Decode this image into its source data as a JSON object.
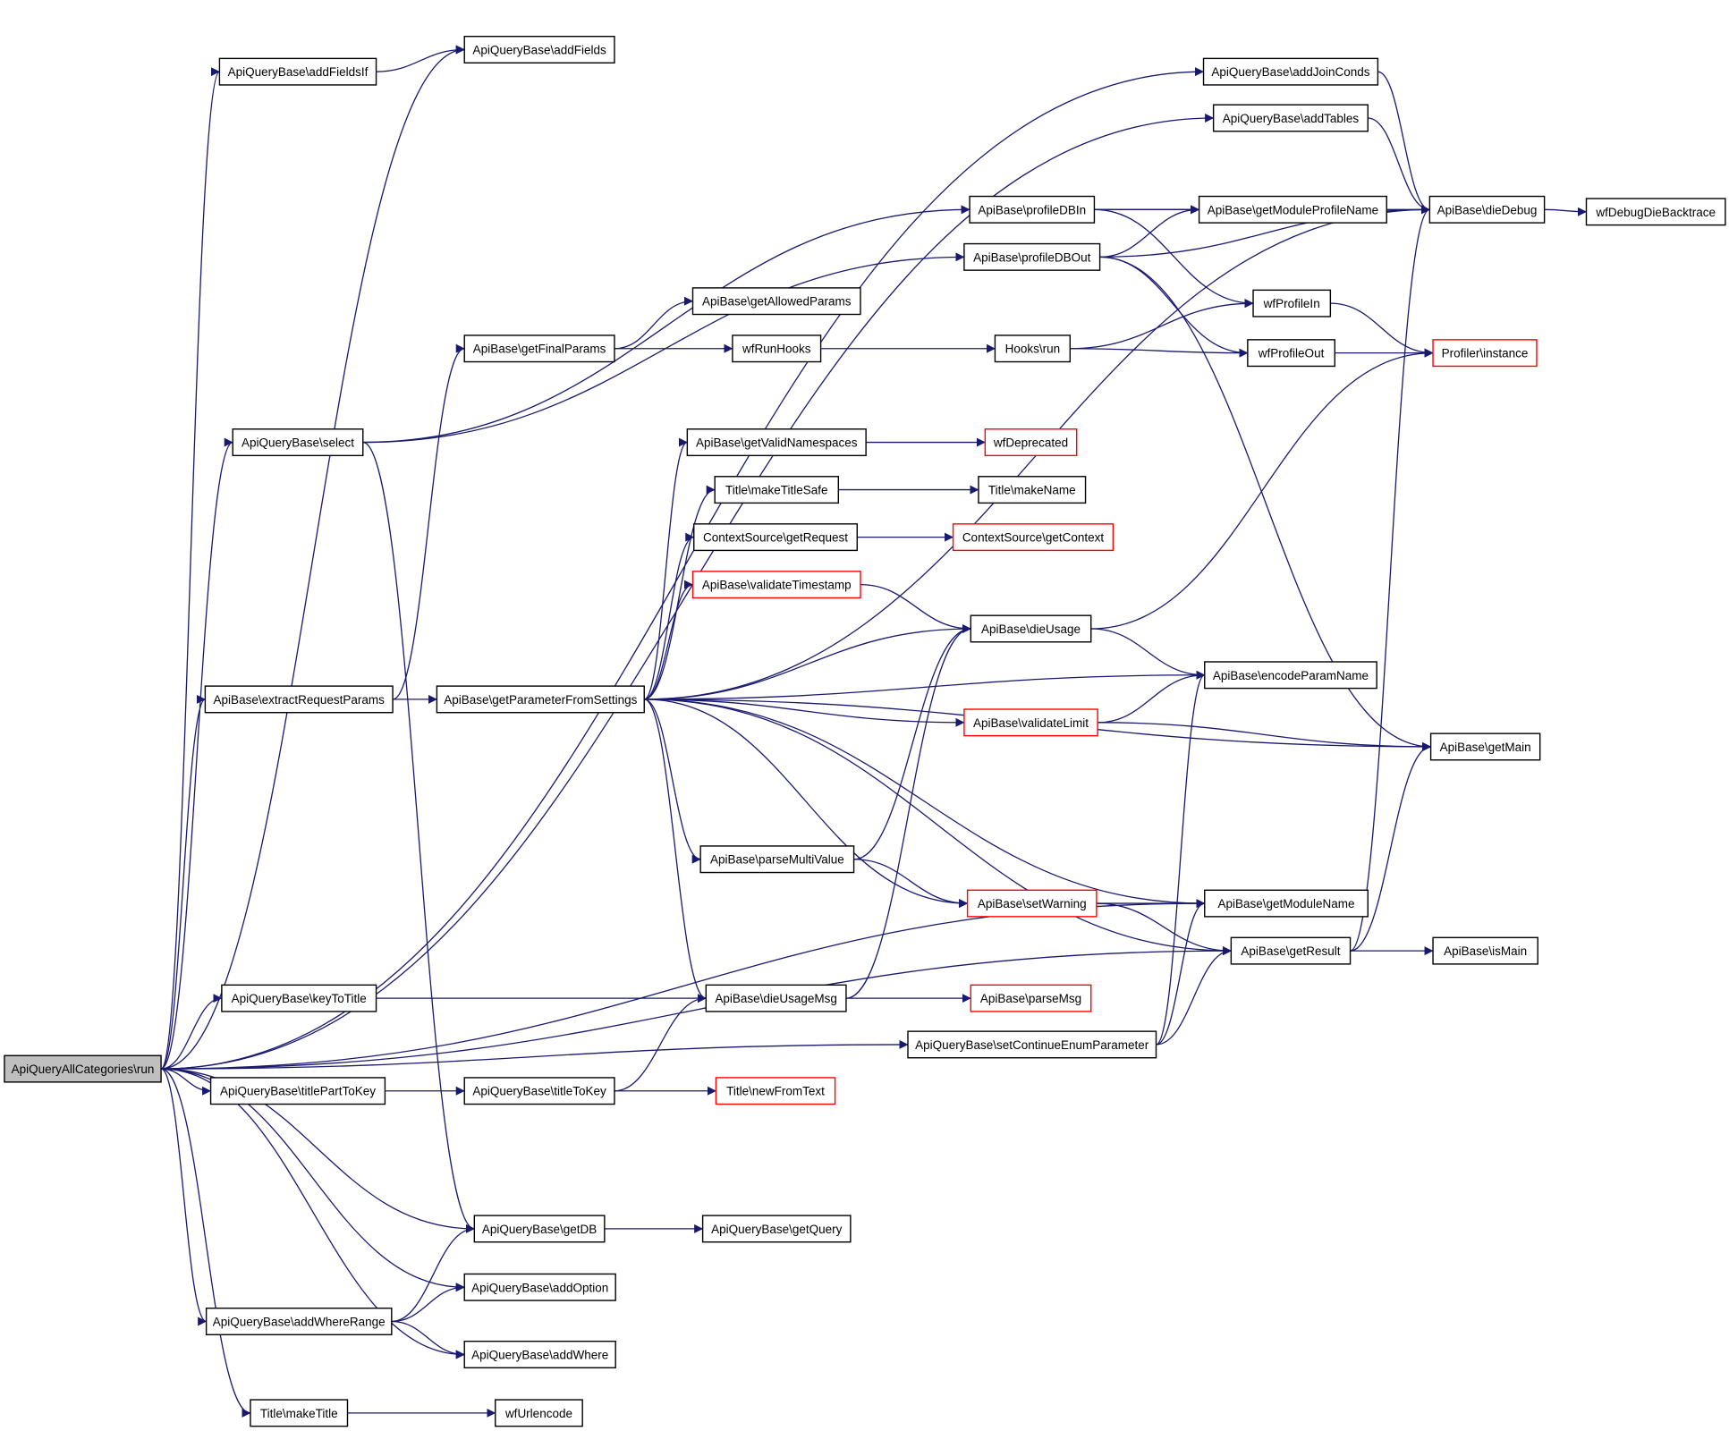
{
  "colors": {
    "edge": "#191970",
    "node_border": "#000000",
    "truncated_border": "#ff0000",
    "root_fill": "#bfbfbf",
    "node_fill": "#ffffff"
  },
  "nodes": [
    {
      "id": "root",
      "label": "ApiQueryAllCategories\\run",
      "kind": "root"
    },
    {
      "id": "addFieldsIf",
      "label": "ApiQueryBase\\addFieldsIf",
      "kind": "normal"
    },
    {
      "id": "addFields",
      "label": "ApiQueryBase\\addFields",
      "kind": "normal"
    },
    {
      "id": "addJoinConds",
      "label": "ApiQueryBase\\addJoinConds",
      "kind": "normal"
    },
    {
      "id": "addTables",
      "label": "ApiQueryBase\\addTables",
      "kind": "normal"
    },
    {
      "id": "profileDBIn",
      "label": "ApiBase\\profileDBIn",
      "kind": "normal"
    },
    {
      "id": "getModuleProfileName",
      "label": "ApiBase\\getModuleProfileName",
      "kind": "normal"
    },
    {
      "id": "dieDebug",
      "label": "ApiBase\\dieDebug",
      "kind": "normal"
    },
    {
      "id": "wfDebugDieBacktrace",
      "label": "wfDebugDieBacktrace",
      "kind": "normal"
    },
    {
      "id": "profileDBOut",
      "label": "ApiBase\\profileDBOut",
      "kind": "normal"
    },
    {
      "id": "getAllowedParams",
      "label": "ApiBase\\getAllowedParams",
      "kind": "normal"
    },
    {
      "id": "wfProfileIn",
      "label": "wfProfileIn",
      "kind": "normal"
    },
    {
      "id": "getFinalParams",
      "label": "ApiBase\\getFinalParams",
      "kind": "normal"
    },
    {
      "id": "wfRunHooks",
      "label": "wfRunHooks",
      "kind": "normal"
    },
    {
      "id": "hooksRun",
      "label": "Hooks\\run",
      "kind": "normal"
    },
    {
      "id": "wfProfileOut",
      "label": "wfProfileOut",
      "kind": "normal"
    },
    {
      "id": "profilerInstance",
      "label": "Profiler\\instance",
      "kind": "truncated"
    },
    {
      "id": "select",
      "label": "ApiQueryBase\\select",
      "kind": "normal"
    },
    {
      "id": "getValidNamespaces",
      "label": "ApiBase\\getValidNamespaces",
      "kind": "normal"
    },
    {
      "id": "wfDeprecated",
      "label": "wfDeprecated",
      "kind": "truncated"
    },
    {
      "id": "makeTitleSafe",
      "label": "Title\\makeTitleSafe",
      "kind": "normal"
    },
    {
      "id": "makeName",
      "label": "Title\\makeName",
      "kind": "normal"
    },
    {
      "id": "getRequest",
      "label": "ContextSource\\getRequest",
      "kind": "normal"
    },
    {
      "id": "getContext",
      "label": "ContextSource\\getContext",
      "kind": "truncated"
    },
    {
      "id": "validateTimestamp",
      "label": "ApiBase\\validateTimestamp",
      "kind": "truncated"
    },
    {
      "id": "dieUsage",
      "label": "ApiBase\\dieUsage",
      "kind": "normal"
    },
    {
      "id": "extractRequestParams",
      "label": "ApiBase\\extractRequestParams",
      "kind": "normal"
    },
    {
      "id": "getParameterFromSettings",
      "label": "ApiBase\\getParameterFromSettings",
      "kind": "normal"
    },
    {
      "id": "encodeParamName",
      "label": "ApiBase\\encodeParamName",
      "kind": "normal"
    },
    {
      "id": "validateLimit",
      "label": "ApiBase\\validateLimit",
      "kind": "truncated"
    },
    {
      "id": "getMain",
      "label": "ApiBase\\getMain",
      "kind": "normal"
    },
    {
      "id": "parseMultiValue",
      "label": "ApiBase\\parseMultiValue",
      "kind": "normal"
    },
    {
      "id": "setWarning",
      "label": "ApiBase\\setWarning",
      "kind": "truncated"
    },
    {
      "id": "getModuleName",
      "label": "ApiBase\\getModuleName",
      "kind": "normal"
    },
    {
      "id": "getResult",
      "label": "ApiBase\\getResult",
      "kind": "normal"
    },
    {
      "id": "isMain",
      "label": "ApiBase\\isMain",
      "kind": "normal"
    },
    {
      "id": "keyToTitle",
      "label": "ApiQueryBase\\keyToTitle",
      "kind": "normal"
    },
    {
      "id": "dieUsageMsg",
      "label": "ApiBase\\dieUsageMsg",
      "kind": "normal"
    },
    {
      "id": "parseMsg",
      "label": "ApiBase\\parseMsg",
      "kind": "truncated"
    },
    {
      "id": "setContinueEnumParameter",
      "label": "ApiQueryBase\\setContinueEnumParameter",
      "kind": "normal"
    },
    {
      "id": "titlePartToKey",
      "label": "ApiQueryBase\\titlePartToKey",
      "kind": "normal"
    },
    {
      "id": "titleToKey",
      "label": "ApiQueryBase\\titleToKey",
      "kind": "normal"
    },
    {
      "id": "newFromText",
      "label": "Title\\newFromText",
      "kind": "truncated"
    },
    {
      "id": "getDB",
      "label": "ApiQueryBase\\getDB",
      "kind": "normal"
    },
    {
      "id": "getQuery",
      "label": "ApiQueryBase\\getQuery",
      "kind": "normal"
    },
    {
      "id": "addOption",
      "label": "ApiQueryBase\\addOption",
      "kind": "normal"
    },
    {
      "id": "addWhereRange",
      "label": "ApiQueryBase\\addWhereRange",
      "kind": "normal"
    },
    {
      "id": "addWhere",
      "label": "ApiQueryBase\\addWhere",
      "kind": "normal"
    },
    {
      "id": "makeTitle",
      "label": "Title\\makeTitle",
      "kind": "normal"
    },
    {
      "id": "wfUrlencode",
      "label": "wfUrlencode",
      "kind": "normal"
    }
  ],
  "edges": [
    {
      "from": "root",
      "to": "addFields"
    },
    {
      "from": "root",
      "to": "addFieldsIf"
    },
    {
      "from": "root",
      "to": "addJoinConds"
    },
    {
      "from": "root",
      "to": "addTables"
    },
    {
      "from": "root",
      "to": "select"
    },
    {
      "from": "root",
      "to": "extractRequestParams"
    },
    {
      "from": "root",
      "to": "keyToTitle"
    },
    {
      "from": "root",
      "to": "setContinueEnumParameter"
    },
    {
      "from": "root",
      "to": "titlePartToKey"
    },
    {
      "from": "root",
      "to": "getModuleName"
    },
    {
      "from": "root",
      "to": "getResult"
    },
    {
      "from": "root",
      "to": "getDB"
    },
    {
      "from": "root",
      "to": "addOption"
    },
    {
      "from": "root",
      "to": "addWhereRange"
    },
    {
      "from": "root",
      "to": "addWhere"
    },
    {
      "from": "root",
      "to": "makeTitle"
    },
    {
      "from": "addFieldsIf",
      "to": "addFields"
    },
    {
      "from": "addJoinConds",
      "to": "dieDebug"
    },
    {
      "from": "addTables",
      "to": "dieDebug"
    },
    {
      "from": "profileDBIn",
      "to": "getModuleProfileName"
    },
    {
      "from": "profileDBIn",
      "to": "dieDebug"
    },
    {
      "from": "profileDBIn",
      "to": "wfProfileIn"
    },
    {
      "from": "profileDBOut",
      "to": "getModuleProfileName"
    },
    {
      "from": "profileDBOut",
      "to": "dieDebug"
    },
    {
      "from": "profileDBOut",
      "to": "wfProfileOut"
    },
    {
      "from": "profileDBOut",
      "to": "getMain"
    },
    {
      "from": "dieDebug",
      "to": "wfDebugDieBacktrace"
    },
    {
      "from": "getFinalParams",
      "to": "getAllowedParams"
    },
    {
      "from": "getFinalParams",
      "to": "wfRunHooks"
    },
    {
      "from": "wfRunHooks",
      "to": "hooksRun"
    },
    {
      "from": "hooksRun",
      "to": "wfProfileIn"
    },
    {
      "from": "hooksRun",
      "to": "wfProfileOut"
    },
    {
      "from": "wfProfileIn",
      "to": "profilerInstance"
    },
    {
      "from": "wfProfileOut",
      "to": "profilerInstance"
    },
    {
      "from": "select",
      "to": "profileDBIn"
    },
    {
      "from": "select",
      "to": "profileDBOut"
    },
    {
      "from": "select",
      "to": "getDB"
    },
    {
      "from": "extractRequestParams",
      "to": "getFinalParams"
    },
    {
      "from": "extractRequestParams",
      "to": "getParameterFromSettings"
    },
    {
      "from": "getParameterFromSettings",
      "to": "dieDebug"
    },
    {
      "from": "getParameterFromSettings",
      "to": "getValidNamespaces"
    },
    {
      "from": "getParameterFromSettings",
      "to": "makeTitleSafe"
    },
    {
      "from": "getParameterFromSettings",
      "to": "getRequest"
    },
    {
      "from": "getParameterFromSettings",
      "to": "validateTimestamp"
    },
    {
      "from": "getParameterFromSettings",
      "to": "dieUsage"
    },
    {
      "from": "getParameterFromSettings",
      "to": "encodeParamName"
    },
    {
      "from": "getParameterFromSettings",
      "to": "validateLimit"
    },
    {
      "from": "getParameterFromSettings",
      "to": "getMain"
    },
    {
      "from": "getParameterFromSettings",
      "to": "parseMultiValue"
    },
    {
      "from": "getParameterFromSettings",
      "to": "getModuleName"
    },
    {
      "from": "getParameterFromSettings",
      "to": "setWarning"
    },
    {
      "from": "getParameterFromSettings",
      "to": "getResult"
    },
    {
      "from": "getParameterFromSettings",
      "to": "dieUsageMsg"
    },
    {
      "from": "getValidNamespaces",
      "to": "wfDeprecated"
    },
    {
      "from": "makeTitleSafe",
      "to": "makeName"
    },
    {
      "from": "getRequest",
      "to": "getContext"
    },
    {
      "from": "validateTimestamp",
      "to": "dieUsage"
    },
    {
      "from": "dieUsage",
      "to": "profilerInstance"
    },
    {
      "from": "dieUsage",
      "to": "encodeParamName"
    },
    {
      "from": "validateLimit",
      "to": "encodeParamName"
    },
    {
      "from": "validateLimit",
      "to": "getMain"
    },
    {
      "from": "parseMultiValue",
      "to": "dieUsage"
    },
    {
      "from": "parseMultiValue",
      "to": "setWarning"
    },
    {
      "from": "setWarning",
      "to": "getModuleName"
    },
    {
      "from": "setWarning",
      "to": "getResult"
    },
    {
      "from": "getResult",
      "to": "isMain"
    },
    {
      "from": "getResult",
      "to": "getMain"
    },
    {
      "from": "getResult",
      "to": "dieDebug"
    },
    {
      "from": "keyToTitle",
      "to": "dieUsageMsg"
    },
    {
      "from": "dieUsageMsg",
      "to": "dieUsage"
    },
    {
      "from": "dieUsageMsg",
      "to": "parseMsg"
    },
    {
      "from": "setContinueEnumParameter",
      "to": "encodeParamName"
    },
    {
      "from": "setContinueEnumParameter",
      "to": "getModuleName"
    },
    {
      "from": "setContinueEnumParameter",
      "to": "getResult"
    },
    {
      "from": "titlePartToKey",
      "to": "titleToKey"
    },
    {
      "from": "titleToKey",
      "to": "dieUsageMsg"
    },
    {
      "from": "titleToKey",
      "to": "newFromText"
    },
    {
      "from": "getDB",
      "to": "getQuery"
    },
    {
      "from": "addWhereRange",
      "to": "getDB"
    },
    {
      "from": "addWhereRange",
      "to": "addOption"
    },
    {
      "from": "addWhereRange",
      "to": "addWhere"
    },
    {
      "from": "makeTitle",
      "to": "wfUrlencode"
    }
  ]
}
